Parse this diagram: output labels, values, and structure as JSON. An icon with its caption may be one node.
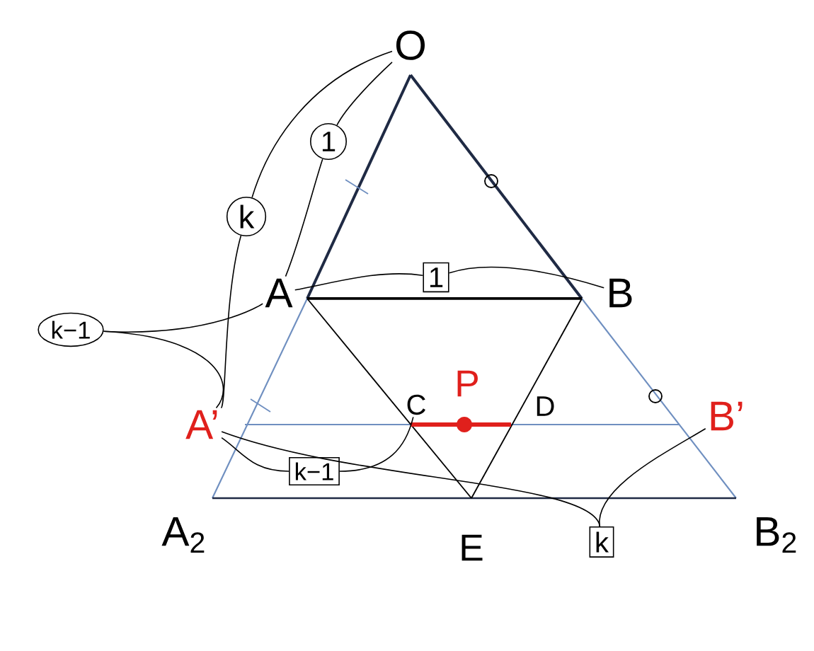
{
  "diagram": {
    "nodes": [
      {
        "text": [
          "O"
        ]
      },
      {
        "text": [
          "A"
        ]
      },
      {
        "text": [
          "B"
        ]
      },
      {
        "text": [
          "A’"
        ]
      },
      {
        "text": [
          "B’"
        ]
      },
      {
        "text": [
          "A$_{2}$"
        ]
      },
      {
        "text": [
          "B$_{2}$"
        ]
      },
      {
        "text": [
          "C"
        ]
      },
      {
        "text": [
          "D"
        ]
      },
      {
        "text": [
          "E"
        ]
      },
      {
        "text": [
          "P"
        ]
      },
      {
        "text": [
          "1"
        ]
      },
      {
        "text": [
          "k"
        ]
      },
      {
        "text": [
          "k−1"
        ]
      },
      {
        "text": [
          "1"
        ]
      },
      {
        "text": [
          "k−1"
        ]
      },
      {
        "text": [
          "k"
        ]
      }
    ],
    "edges": [
      {
        "from": 11,
        "to": 0,
        "arrow": "none"
      },
      {
        "from": 11,
        "to": 1,
        "arrow": "none"
      },
      {
        "from": 12,
        "to": 0,
        "arrow": "none"
      },
      {
        "from": 12,
        "to": 3,
        "arrow": "none"
      },
      {
        "from": 13,
        "to": 1,
        "arrow": "none"
      },
      {
        "from": 13,
        "to": 3,
        "arrow": "none"
      },
      {
        "from": 14,
        "to": 1,
        "arrow": "none"
      },
      {
        "from": 14,
        "to": 2,
        "arrow": "none"
      },
      {
        "from": 15,
        "to": 3,
        "arrow": "none"
      },
      {
        "from": 15,
        "to": 7,
        "arrow": "none"
      },
      {
        "from": 16,
        "to": 3,
        "arrow": "none"
      },
      {
        "from": 16,
        "to": 4,
        "arrow": "none"
      }
    ]
  }
}
